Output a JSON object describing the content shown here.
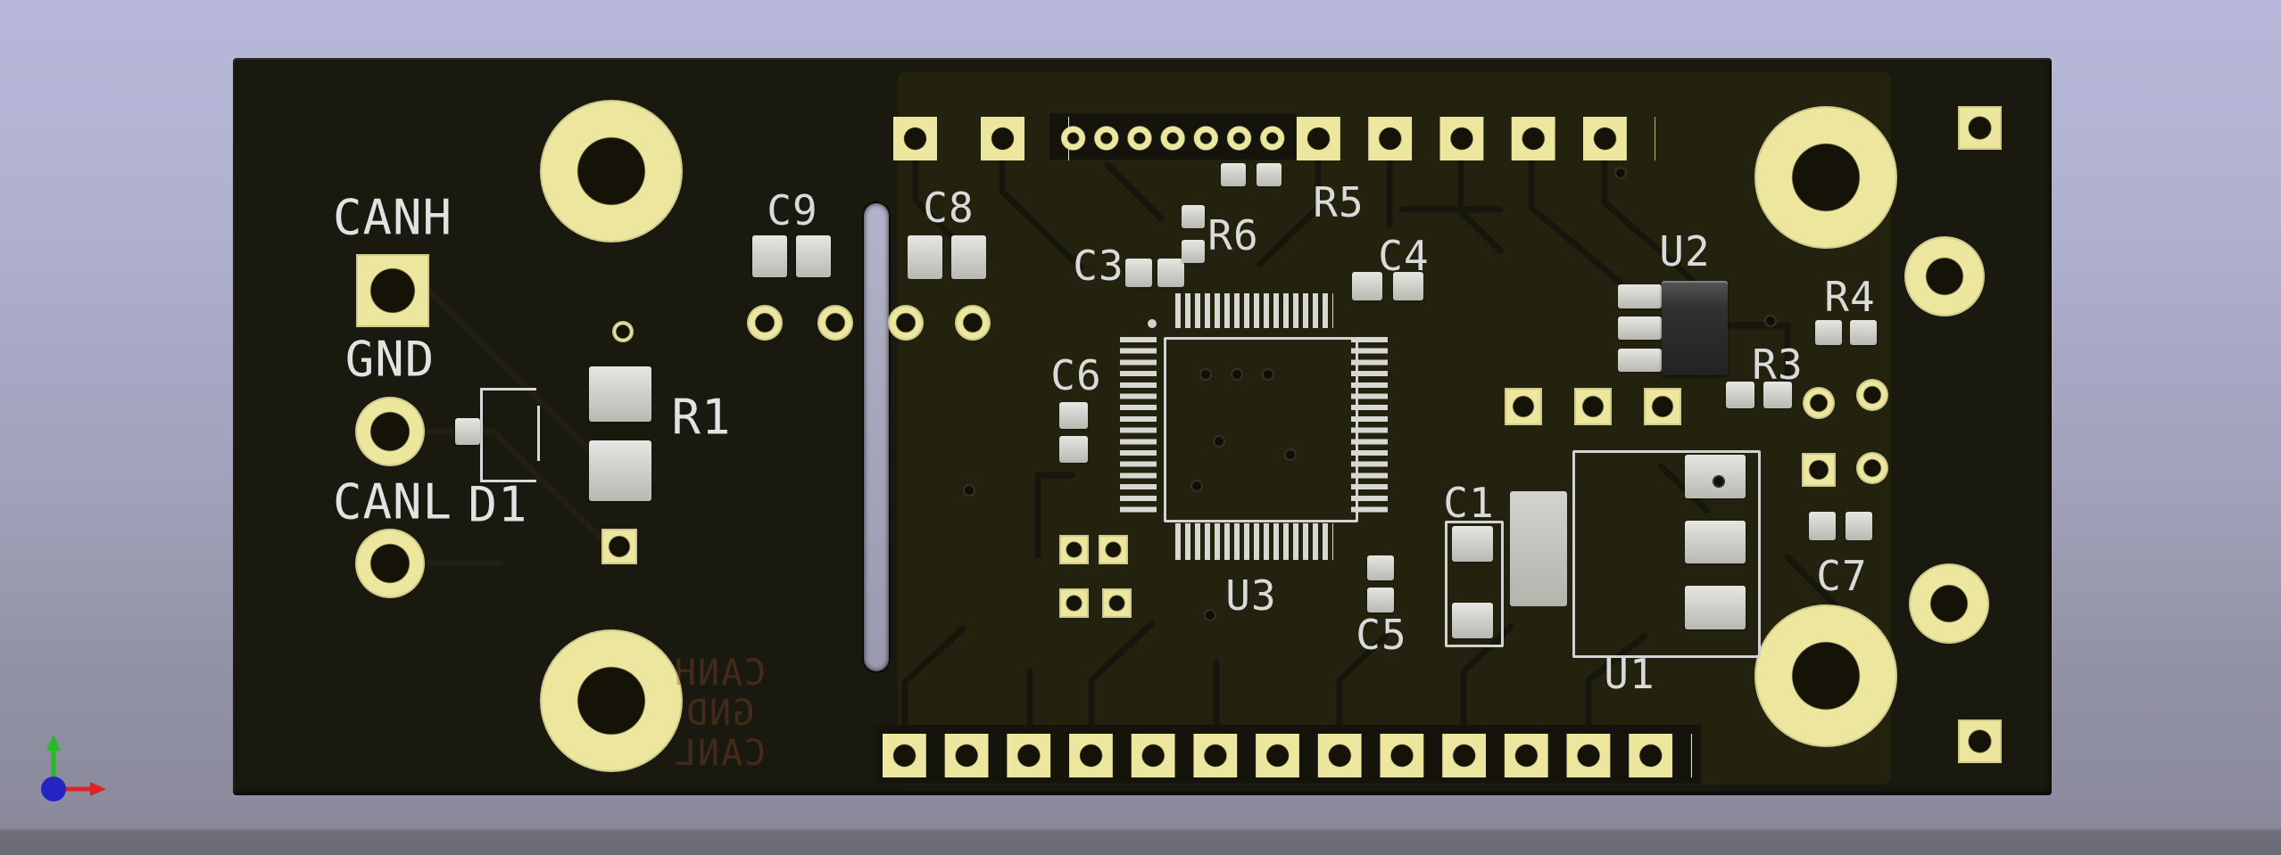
{
  "viewer": {
    "background_top_color": "#b8b8da",
    "background_bottom_color": "#6b6b77"
  },
  "board": {
    "solder_mask_color": "#1a1910",
    "copper_pour_color": "#23220f",
    "pad_color": "#ece69e",
    "hole_color": "#151208",
    "smd_pad_color": "#d8d8d2",
    "silkscreen_color": "#dadada",
    "refdes": {
      "canh": "CANH",
      "gnd": "GND",
      "canl": "CANL",
      "d1": "D1",
      "r1": "R1",
      "c9": "C9",
      "c8": "C8",
      "c3": "C3",
      "r6": "R6",
      "r5": "R5",
      "c4": "C4",
      "c6": "C6",
      "u3": "U3",
      "c1": "C1",
      "c5": "C5",
      "u1": "U1",
      "u2": "U2",
      "r3": "R3",
      "r4": "R4",
      "c7": "C7"
    },
    "backside_silkscreen": {
      "line1": "CANH",
      "line2": "GND",
      "line3": "CANL"
    }
  },
  "axis_gizmo": {
    "x_axis_color": "#e02222",
    "y_axis_color": "#24bb24",
    "z_axis_color": "#2424c4"
  }
}
